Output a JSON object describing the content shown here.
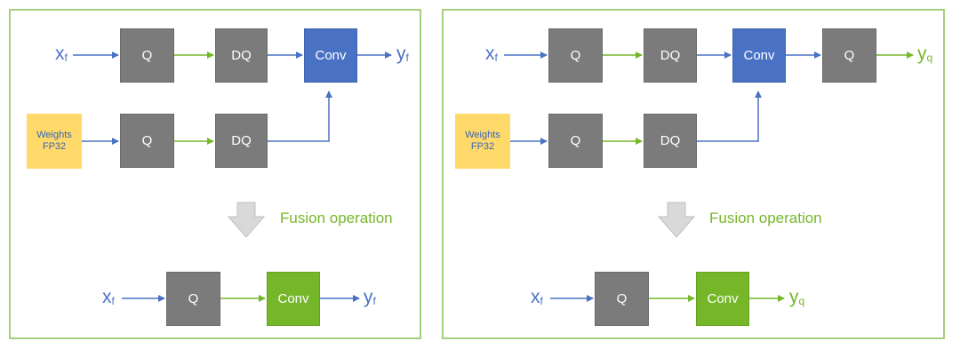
{
  "labels": {
    "q": "Q",
    "dq": "DQ",
    "conv": "Conv",
    "weights_line1": "Weights",
    "weights_line2": "FP32",
    "fusion": "Fusion operation",
    "x_main": "x",
    "x_sub": "f",
    "yf_main": "y",
    "yf_sub": "f",
    "yq_main": "y",
    "yq_sub": "q"
  },
  "colors": {
    "panel_border": "#a6cf7d",
    "q_box": "#7b7b7b",
    "conv_blue": "#4a72c4",
    "conv_green": "#76b72a",
    "weights_box": "#ffd96a",
    "arrow_blue": "#4a72c4",
    "arrow_green": "#76b72a",
    "fusion_arrow": "#d9d9d9"
  }
}
